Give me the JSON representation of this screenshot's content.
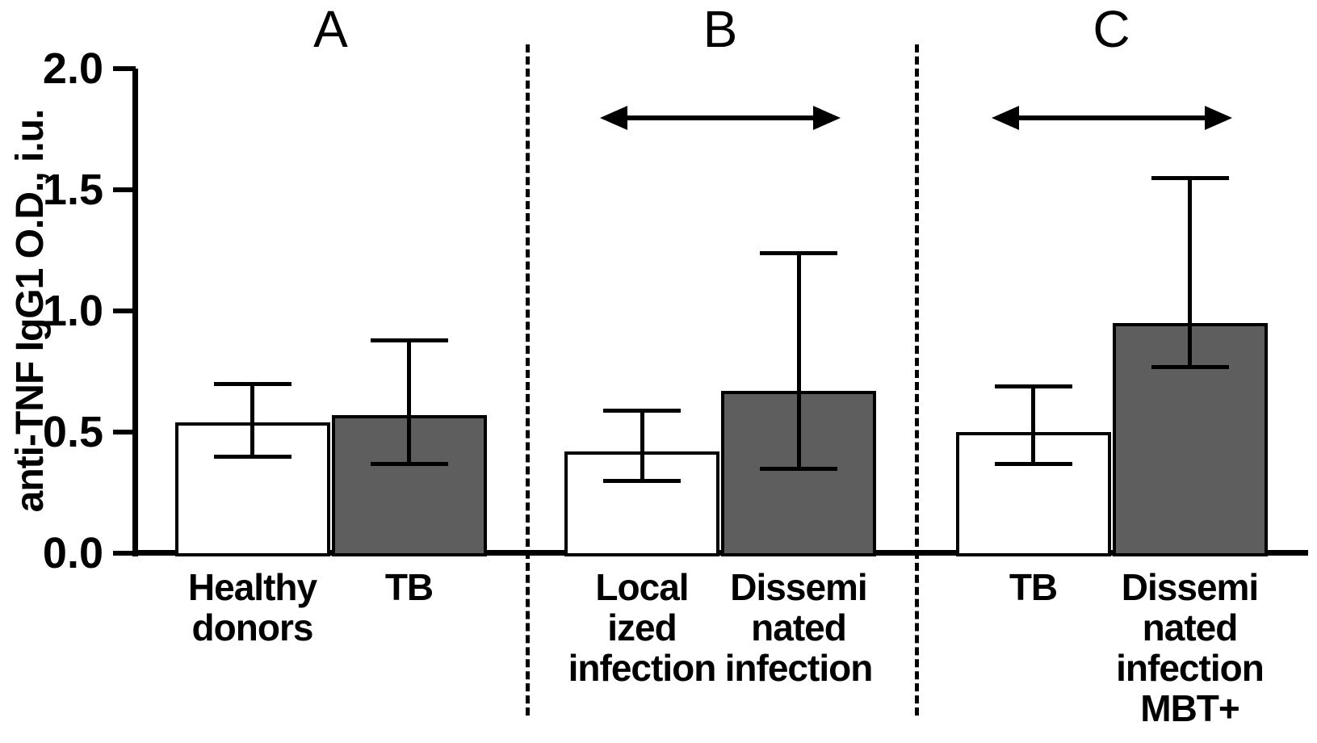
{
  "chart_data": {
    "type": "bar",
    "title": "",
    "ylabel": "anti-TNF IgG1 O.D., i.u.",
    "xlabel": "",
    "ylim": [
      0.0,
      2.0
    ],
    "grid": false,
    "legend": "none",
    "yticks": [
      {
        "value": 0.0,
        "label": "0.0"
      },
      {
        "value": 0.5,
        "label": "0.5"
      },
      {
        "value": 1.0,
        "label": "1.0"
      },
      {
        "value": 1.5,
        "label": "1.5"
      },
      {
        "value": 2.0,
        "label": "2.0"
      }
    ],
    "bar_styles": {
      "open": "#FFFFFF",
      "filled": "#5E5E5E"
    },
    "panels": [
      {
        "letter": "A",
        "comparison_arrow": false,
        "bars": [
          {
            "category": "Healthy donors",
            "category_lines": [
              "Healthy",
              "donors"
            ],
            "style": "open",
            "value": 0.54,
            "err_low": 0.4,
            "err_high": 0.7
          },
          {
            "category": "TB",
            "category_lines": [
              "TB"
            ],
            "style": "filled",
            "value": 0.57,
            "err_low": 0.37,
            "err_high": 0.88
          }
        ]
      },
      {
        "letter": "B",
        "comparison_arrow": true,
        "bars": [
          {
            "category": "Localized infection",
            "category_lines": [
              "Local",
              "ized",
              "infection"
            ],
            "style": "open",
            "value": 0.42,
            "err_low": 0.3,
            "err_high": 0.59
          },
          {
            "category": "Disseminated infection",
            "category_lines": [
              "Dissemi",
              "nated",
              "infection"
            ],
            "style": "filled",
            "value": 0.67,
            "err_low": 0.35,
            "err_high": 1.24
          }
        ]
      },
      {
        "letter": "C",
        "comparison_arrow": true,
        "bars": [
          {
            "category": "TB",
            "category_lines": [
              "TB"
            ],
            "style": "open",
            "value": 0.5,
            "err_low": 0.37,
            "err_high": 0.69
          },
          {
            "category": "Disseminated infection MBT+",
            "category_lines": [
              "Dissemi",
              "nated",
              "infection",
              "MBT+"
            ],
            "style": "filled",
            "value": 0.95,
            "err_low": 0.77,
            "err_high": 1.55
          }
        ]
      }
    ]
  }
}
